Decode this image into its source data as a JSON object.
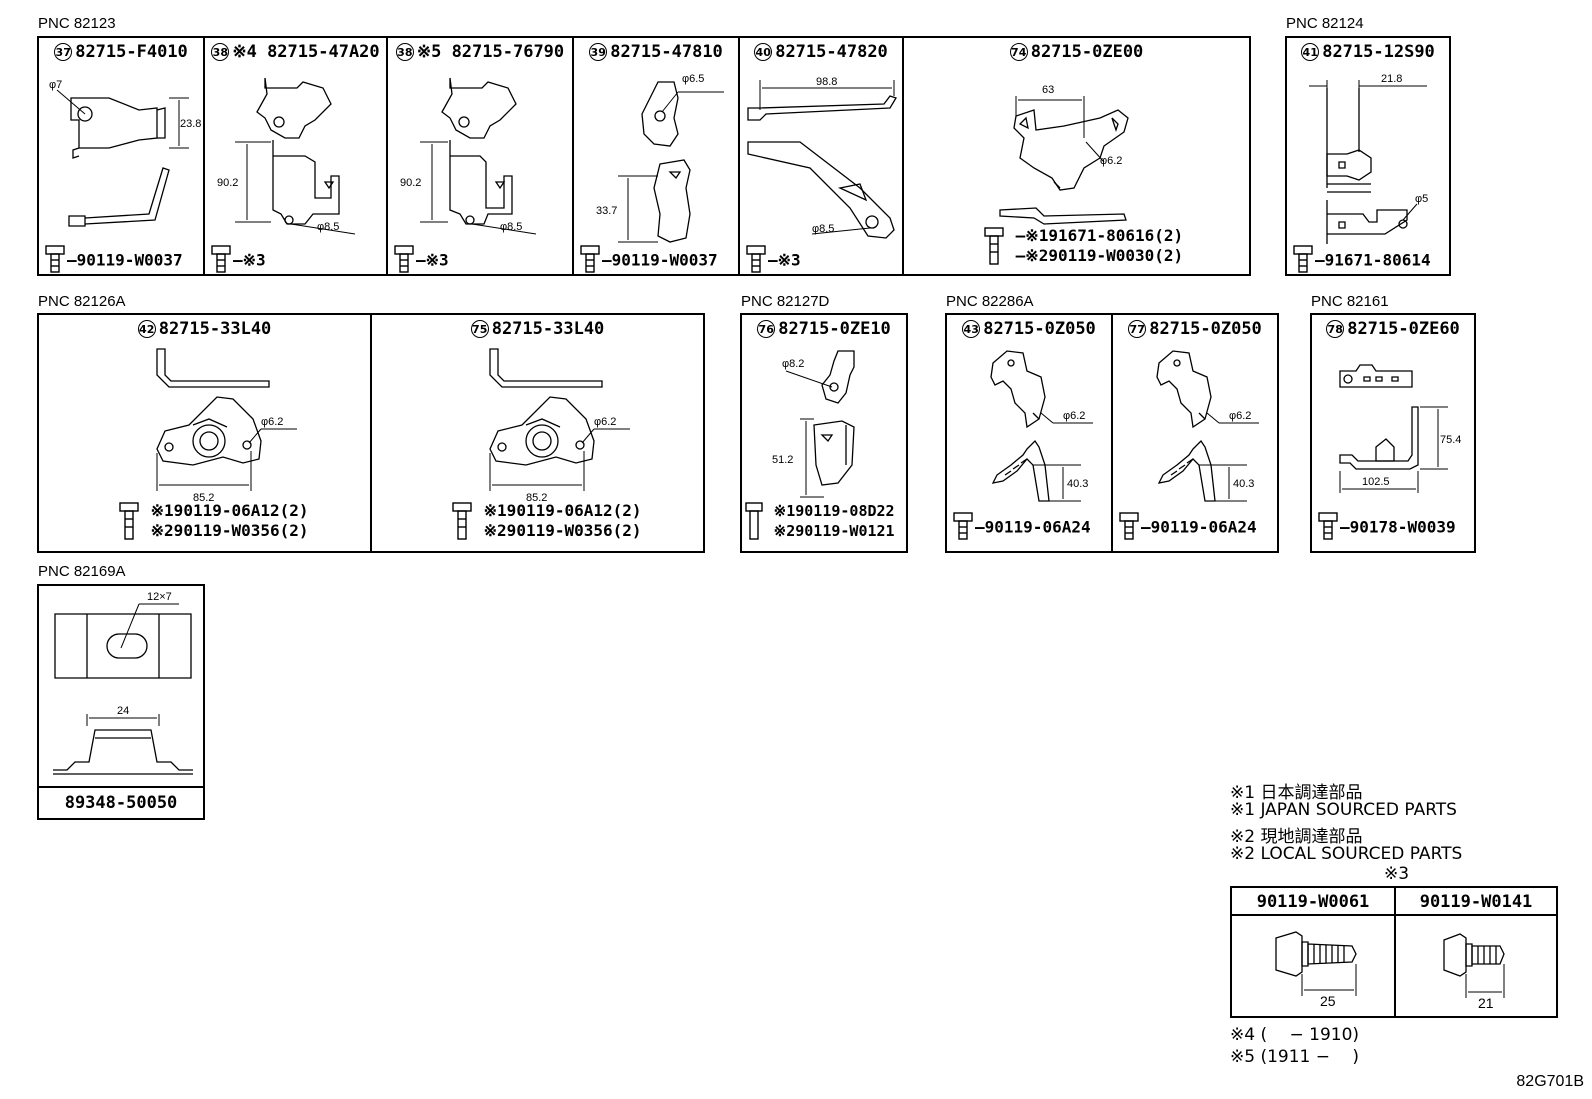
{
  "groups": [
    {
      "pnc": "PNC 82123",
      "parts": [
        {
          "no": "37",
          "note": "",
          "part": "82715-F4010",
          "dims": [
            "φ7",
            "23.8"
          ],
          "bolt": "90119-W0037"
        },
        {
          "no": "38",
          "note": "※4",
          "part": "82715-47A20",
          "dims": [
            "90.2",
            "φ8.5"
          ],
          "bolt": "※3"
        },
        {
          "no": "38",
          "note": "※5",
          "part": "82715-76790",
          "dims": [
            "90.2",
            "φ8.5"
          ],
          "bolt": "※3"
        },
        {
          "no": "39",
          "note": "",
          "part": "82715-47810",
          "dims": [
            "φ6.5",
            "33.7"
          ],
          "bolt": "90119-W0037"
        },
        {
          "no": "40",
          "note": "",
          "part": "82715-47820",
          "dims": [
            "98.8",
            "φ8.5"
          ],
          "bolt": "※3"
        },
        {
          "no": "74",
          "note": "",
          "part": "82715-0ZE00",
          "dims": [
            "63",
            "φ6.2"
          ],
          "bolt1": "※191671-80616(2)",
          "bolt2": "※290119-W0030(2)"
        }
      ]
    },
    {
      "pnc": "PNC 82124",
      "parts": [
        {
          "no": "41",
          "note": "",
          "part": "82715-12S90",
          "dims": [
            "21.8",
            "φ5"
          ],
          "bolt": "91671-80614"
        }
      ]
    },
    {
      "pnc": "PNC 82126A",
      "parts": [
        {
          "no": "42",
          "note": "",
          "part": "82715-33L40",
          "dims": [
            "φ6.2",
            "85.2"
          ],
          "bolt1": "※190119-06A12(2)",
          "bolt2": "※290119-W0356(2)"
        },
        {
          "no": "75",
          "note": "",
          "part": "82715-33L40",
          "dims": [
            "φ6.2",
            "85.2"
          ],
          "bolt1": "※190119-06A12(2)",
          "bolt2": "※290119-W0356(2)"
        }
      ]
    },
    {
      "pnc": "PNC 82127D",
      "parts": [
        {
          "no": "76",
          "note": "",
          "part": "82715-0ZE10",
          "dims": [
            "φ8.2",
            "51.2"
          ],
          "bolt1": "※190119-08D22",
          "bolt2": "※290119-W0121"
        }
      ]
    },
    {
      "pnc": "PNC 82286A",
      "parts": [
        {
          "no": "43",
          "note": "",
          "part": "82715-0Z050",
          "dims": [
            "φ6.2",
            "40.3"
          ],
          "bolt": "90119-06A24"
        },
        {
          "no": "77",
          "note": "",
          "part": "82715-0Z050",
          "dims": [
            "φ6.2",
            "40.3"
          ],
          "bolt": "90119-06A24"
        }
      ]
    },
    {
      "pnc": "PNC 82161",
      "parts": [
        {
          "no": "78",
          "note": "",
          "part": "82715-0ZE60",
          "dims": [
            "75.4",
            "102.5"
          ],
          "bolt": "90178-W0039"
        }
      ]
    },
    {
      "pnc": "PNC 82169A",
      "parts": [
        {
          "no": "",
          "note": "",
          "part": "89348-50050",
          "dims": [
            "12×7",
            "24"
          ]
        }
      ]
    }
  ],
  "notes": {
    "n1_jp": "※1 日本調達部品",
    "n1_en": "※1 JAPAN SOURCED PARTS",
    "n2_jp": "※2 現地調達部品",
    "n2_en": "※2 LOCAL SOURCED PARTS",
    "n3": "※3",
    "n4": "※4 (　 − 1910)",
    "n5": "※5 (1911 −　 )"
  },
  "bolt_table": [
    {
      "part": "90119-W0061",
      "dim": "25"
    },
    {
      "part": "90119-W0141",
      "dim": "21"
    }
  ],
  "figure_id": "82G701B"
}
